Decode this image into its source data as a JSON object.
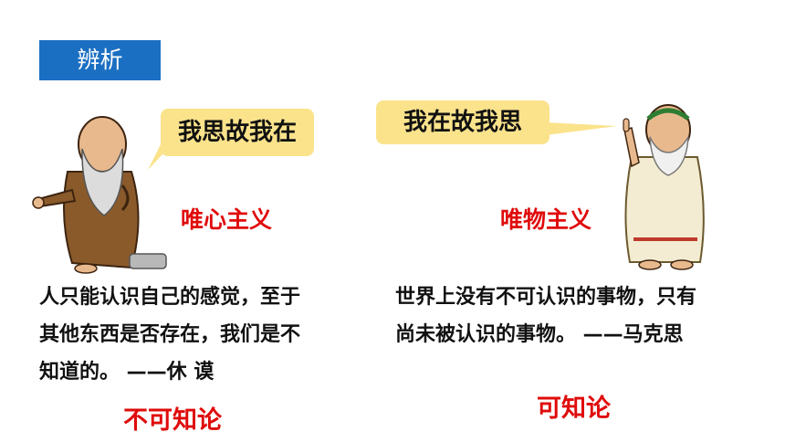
{
  "tag": "辨析",
  "left": {
    "bubble": "我思故我在",
    "label": "唯心主义",
    "lines": [
      "人只能认识自己的感觉，至于",
      "其他东西是否存在，我们是不",
      "知道的。    ——休    谟"
    ],
    "conclusion": "不可知论"
  },
  "right": {
    "bubble": "我在故我思",
    "label": "唯物主义",
    "lines": [
      "世界上没有不可认识的事物，只有",
      "尚未被认识的事物。   ——马克思"
    ],
    "conclusion": "可知论"
  },
  "colors": {
    "tag_bg": "#1b6fc2",
    "bubble_bg": "#fbe38c",
    "red": "#e00b0b"
  }
}
